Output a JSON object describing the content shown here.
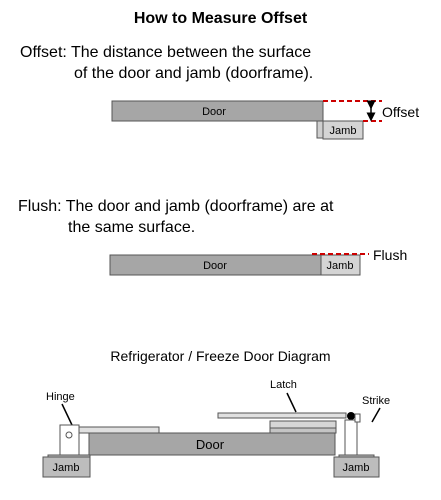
{
  "title": "How to Measure Offset",
  "offset": {
    "definition_line1": "Offset: The distance between the surface",
    "definition_line2": "of the door and jamb (doorframe).",
    "door_label": "Door",
    "jamb_label": "Jamb",
    "measure_label": "Offset",
    "measure_color": "#cc0000"
  },
  "flush": {
    "definition_line1": "Flush: The door and jamb (doorframe) are at",
    "definition_line2": "the same surface.",
    "door_label": "Door",
    "jamb_label": "Jamb",
    "measure_label": "Flush",
    "measure_color": "#cc0000"
  },
  "fridge": {
    "title": "Refrigerator / Freeze Door Diagram",
    "hinge_label": "Hinge",
    "latch_label": "Latch",
    "strike_label": "Strike",
    "door_label": "Door",
    "jamb_left_label": "Jamb",
    "jamb_right_label": "Jamb"
  }
}
